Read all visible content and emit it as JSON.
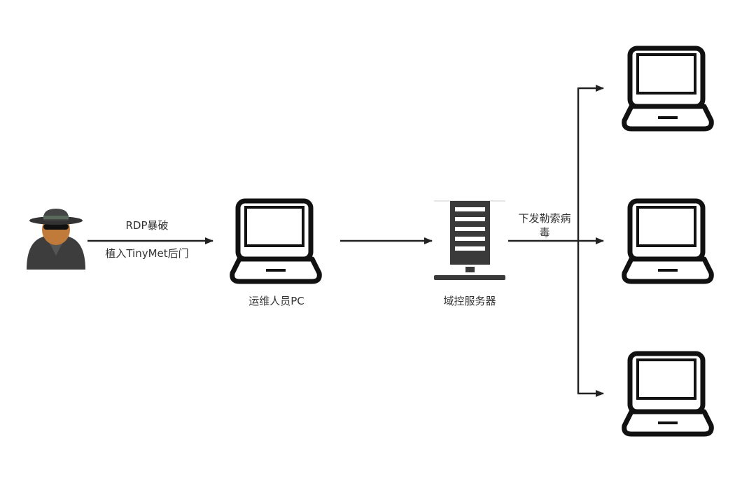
{
  "nodes": {
    "attacker": {
      "icon": "hacker-icon"
    },
    "ops_pc": {
      "label": "运维人员PC",
      "icon": "laptop-icon"
    },
    "domain_controller": {
      "label": "域控服务器",
      "icon": "server-icon"
    },
    "targets": [
      {
        "icon": "laptop-icon"
      },
      {
        "icon": "laptop-icon"
      },
      {
        "icon": "laptop-icon"
      }
    ]
  },
  "edges": {
    "attack": {
      "label_top": "RDP暴破",
      "label_bottom": "植入TinyMet后门"
    },
    "pc_to_dc": {},
    "distribute": {
      "label": "下发勒索病毒"
    }
  },
  "colors": {
    "stroke": "#222222",
    "text": "#333333",
    "server": "#3a3a3a"
  }
}
